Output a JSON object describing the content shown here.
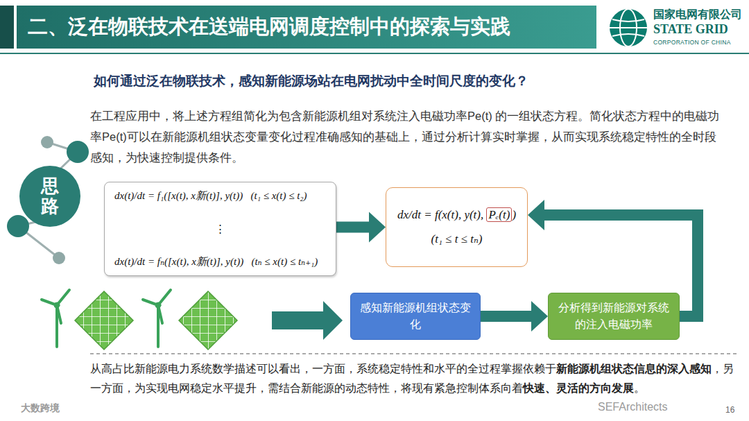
{
  "diagram": {
    "title": "二、泛在物联技术在送端电网调度控制中的探索与实践",
    "nodes": [
      {
        "text": [
          "思路"
        ]
      },
      {
        "text": [
          "dx(t)/dt = f₁([x(t), x新(t)], y(t))   (t₁ ≤ x(t) ≤ t₂)",
          "⋮",
          "dx(t)/dt = fₙ([x(t), x新(t)], y(t))   (tₙ ≤ x(t) ≤ tₙ₊₁)"
        ]
      },
      {
        "text": [
          "dx/dt = f(x(t), y(t), ",
          "Pₑ(t)",
          ")",
          "(t₁ ≤ t ≤ tₙ)"
        ]
      },
      {
        "text": [
          "感知新能源机组状态变化"
        ]
      },
      {
        "text": [
          "分析得到新能源对系统的注入电磁功率"
        ]
      }
    ],
    "edges": [
      {
        "from": 1,
        "to": 2,
        "arrow": "to"
      },
      {
        "from": 3,
        "to": 4,
        "arrow": "to"
      },
      {
        "from": 4,
        "to": 2,
        "arrow": "to"
      }
    ],
    "labels": [
      "国家电网有限公司",
      "STATE GRID",
      "CORPORATION OF CHINA",
      "如何通过泛在物联技术，感知新能源场站在电网扰动中全时间尺度的变化？",
      "在工程应用中，将上述方程组简化为包含新能源机组对系统注入电磁功率Pe(t) 的一组状态方程。简化状态方程中的电磁功率Pe(t)可以在新能源机组状态变量变化过程准确感知的基础上，通过分析计算实时掌握，从而实现系统稳定特性的全时段感知，为快速控制提供条件。",
      "从高占比新能源电力系统数学描述可以看出，一方面，系统稳定特性和水平的全过程掌握依赖于",
      "新能源机组状态信息的深入感知",
      "，另一方面，为实现电网稳定水平提升，需结合新能源的动态特性，将现有紧急控制体系向着",
      "快速、灵活的方向发展",
      "。",
      "16",
      "大数跨境",
      "SEFArchitects"
    ]
  }
}
